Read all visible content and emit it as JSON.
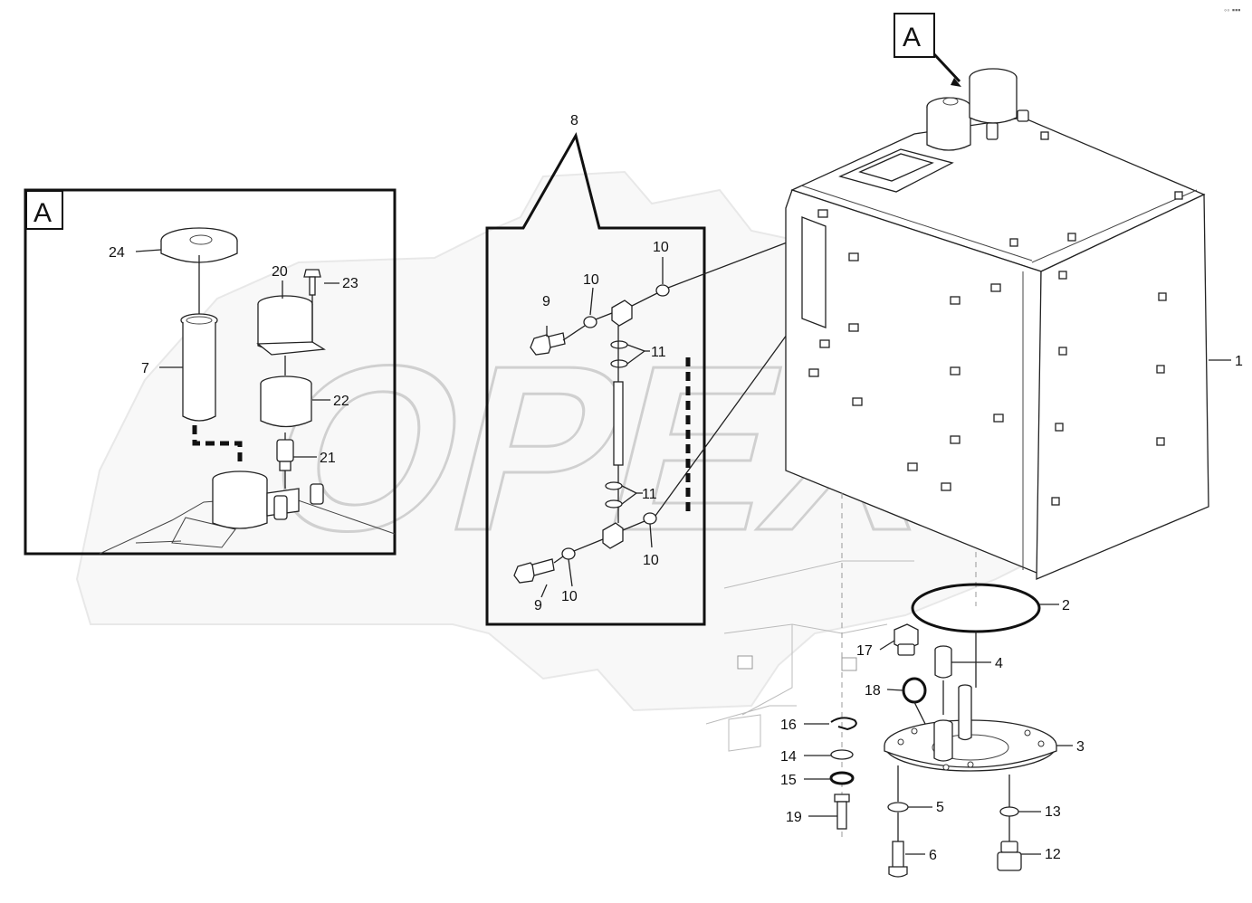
{
  "callouts": {
    "p1": "1",
    "p2": "2",
    "p3": "3",
    "p4": "4",
    "p5": "5",
    "p6": "6",
    "p7": "7",
    "p8": "8",
    "p9a": "9",
    "p9b": "9",
    "p10a": "10",
    "p10b": "10",
    "p10c": "10",
    "p10d": "10",
    "p11a": "11",
    "p11b": "11",
    "p12": "12",
    "p13": "13",
    "p14": "14",
    "p15": "15",
    "p16": "16",
    "p17": "17",
    "p18": "18",
    "p19": "19",
    "p20": "20",
    "p21": "21",
    "p22": "22",
    "p23": "23",
    "p24": "24"
  },
  "view_labels": {
    "detail_box": "A",
    "tank_marker": "A"
  },
  "watermark": "OPEX"
}
